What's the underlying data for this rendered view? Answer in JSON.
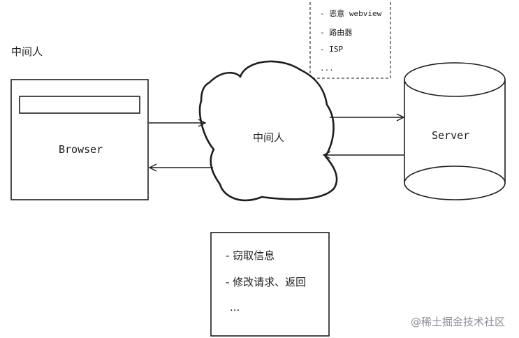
{
  "title": "中间人",
  "browser": {
    "label": "Browser"
  },
  "middleman": {
    "label": "中间人"
  },
  "server": {
    "label": "Server"
  },
  "middleman_examples": [
    "- 恶意 webview",
    "- 路由器",
    "- ISP",
    "..."
  ],
  "middleman_actions": [
    "- 窃取信息",
    "- 修改请求、返回",
    "..."
  ],
  "watermark": "@稀土掘金技术社区",
  "colors": {
    "stroke": "#1e1e1e",
    "background": "#ffffff",
    "watermark": "#8a8f99"
  }
}
